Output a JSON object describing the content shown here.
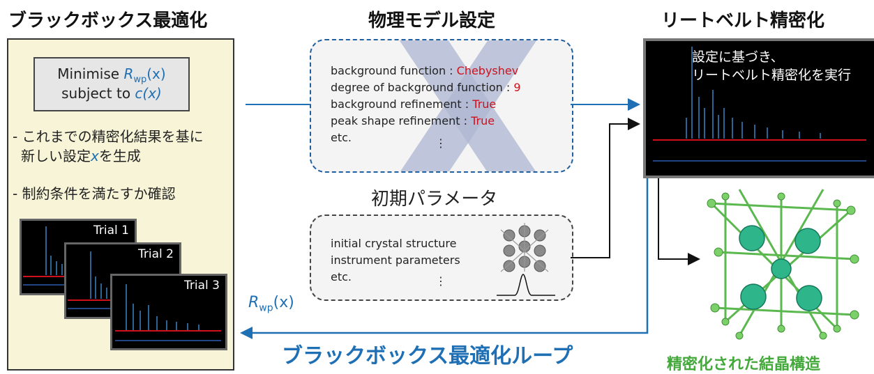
{
  "headings": {
    "blackbox": "ブラックボックス最適化",
    "model": "物理モデル設定",
    "rietveld": "リートベルト精密化",
    "initial_params": "初期パラメータ"
  },
  "objective": {
    "minimise_word": "Minimise ",
    "r": "R",
    "wp": "wp",
    "x_arg": "(x)",
    "subject_to": "subject to ",
    "c": "c",
    "c_arg": "(x)"
  },
  "notes": {
    "note1_a": "- これまでの精密化結果を基に",
    "note1_b_pre": "新しい設定",
    "note1_b_x": "x",
    "note1_b_post": "を生成",
    "note2": "- 制約条件を満たすか確認"
  },
  "trials": [
    "Trial 1",
    "Trial 2",
    "Trial 3"
  ],
  "model_settings": [
    {
      "key": "background function : ",
      "value": "Chebyshev"
    },
    {
      "key": "degree of background function : ",
      "value": "9"
    },
    {
      "key": "background refinement : ",
      "value": "True"
    },
    {
      "key": "peak shape refinement : ",
      "value": "True"
    }
  ],
  "model_etc": "etc.",
  "model_dots": "⋮",
  "initial_params": {
    "line1": "initial crystal structure",
    "line2": "instrument parameters",
    "line3": "etc.",
    "dots": "⋮"
  },
  "rietveld_caption": {
    "line1": "設定に基づき、",
    "line2": "リートベルト精密化を実行"
  },
  "feedback": {
    "r": "R",
    "wp": "wp",
    "arg": "(x)"
  },
  "loop_label": "ブラックボックス最適化ループ",
  "result_label": "精密化された結晶構造",
  "colors": {
    "blue": "#1f6fb5",
    "red": "#d0101b",
    "green": "#43a93a",
    "panel": "#f7f4d7",
    "dash_blue": "#1f5f9f"
  }
}
